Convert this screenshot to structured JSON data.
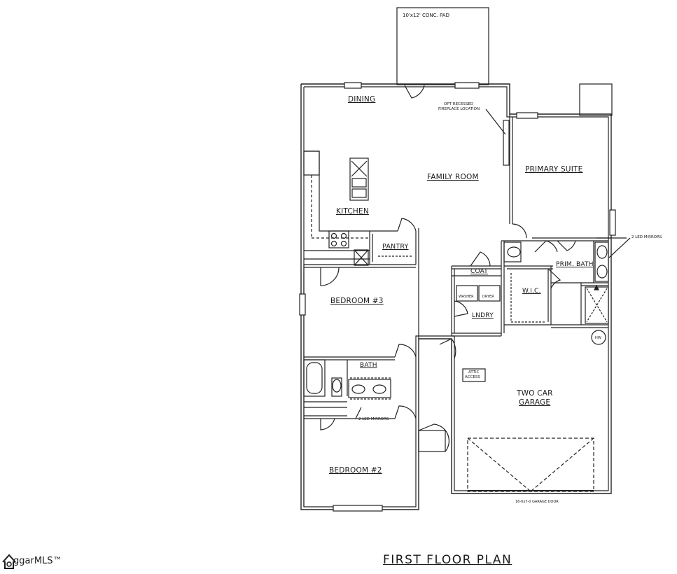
{
  "plan": {
    "title": "FIRST FLOOR PLAN",
    "rooms": {
      "dining": "DINING",
      "family_room": "FAMILY ROOM",
      "kitchen": "KITCHEN",
      "primary_suite": "PRIMARY SUITE",
      "pantry": "PANTRY",
      "coat": "COAT",
      "prim_bath": "PRIM. BATH",
      "bedroom3": "BEDROOM #3",
      "wic": "W.I.C.",
      "lndry": "LNDRY",
      "bath": "BATH",
      "two_car_garage_1": "TWO CAR",
      "two_car_garage_2": "GARAGE",
      "bedroom2": "BEDROOM #2"
    },
    "notes": {
      "conc_pad": "10'x12' CONC. PAD",
      "fireplace_1": "OPT RECESSED",
      "fireplace_2": "FIREPLACE LOCATION",
      "led_mirrors_primary": "2 LED MIRRORS",
      "led_mirrors_bath": "2 LED MIRRORS",
      "washer": "WASHER",
      "dryer": "DRYER",
      "attic_1": "ATTIC",
      "attic_2": "ACCESS",
      "hw": "HW",
      "garage_door": "16-0x7-0 GARAGE DOOR"
    }
  },
  "logo": {
    "text": "ggarMLS™"
  }
}
